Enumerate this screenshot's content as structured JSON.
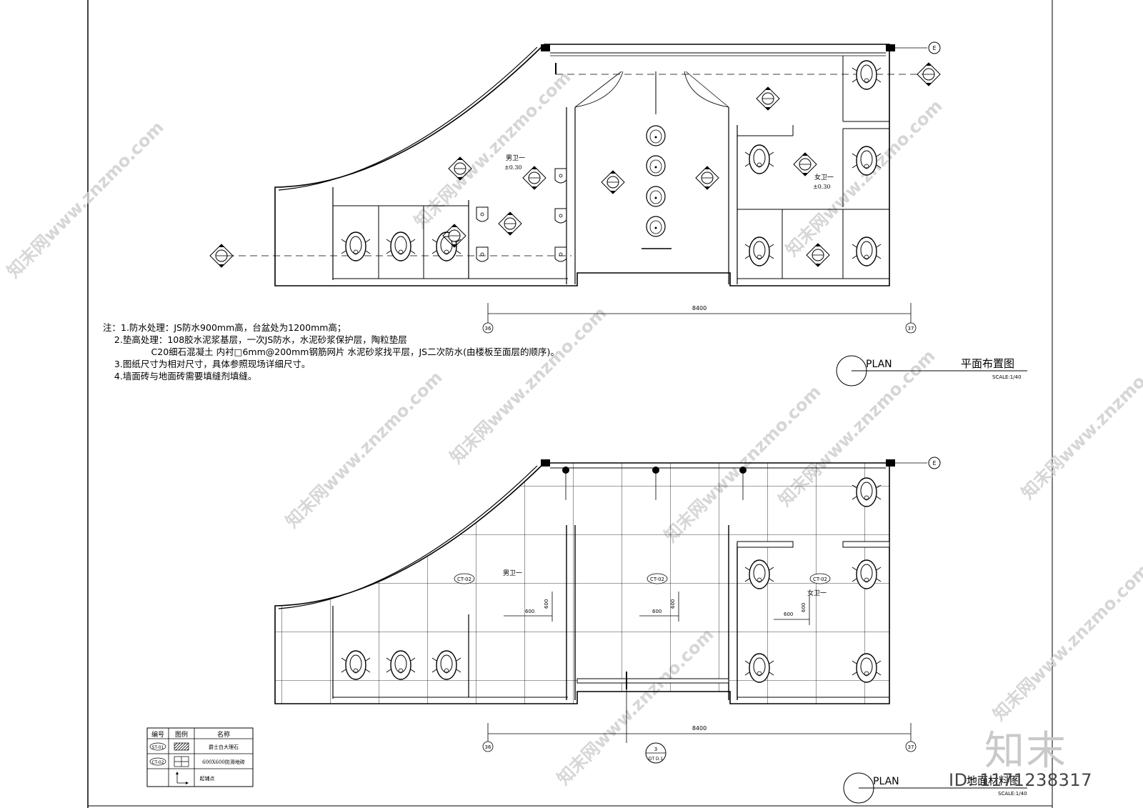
{
  "plan1": {
    "title_en": "PLAN",
    "title_cn": "平面布置图",
    "scale": "SCALE:1/40",
    "dimension": "8400",
    "axis_left": "36",
    "axis_right": "37",
    "grid_e": "E",
    "room_male": "男卫一",
    "room_male_level": "±0.30",
    "room_female": "女卫一",
    "room_female_level": "±0.30"
  },
  "notes": [
    "注：1.防水处理：JS防水900mm高，台盆处为1200mm高；",
    "    2.垫高处理：108胶水泥浆基层，一次JS防水，水泥砂浆保护层，陶粒垫层",
    "                 C20细石混凝土 内衬□6mm@200mm钢筋网片 水泥砂浆找平层，JS二次防水(由楼板至面层的顺序)。",
    "    3.图纸尺寸为相对尺寸，具体参照现场详细尺寸。",
    "    4.墙面砖与地面砖需要填缝剂填缝。"
  ],
  "plan2": {
    "title_en": "PLAN",
    "title_cn": "地面材料图",
    "scale": "SCALE:1/40",
    "dimension": "8400",
    "axis_left": "36",
    "axis_right": "37",
    "grid_e": "E",
    "tag": "CT-02",
    "tile_dim": "600",
    "room_male": "男卫一",
    "room_female": "女卫一",
    "section_top": "3",
    "section_bottom": "DT D.1"
  },
  "legend": {
    "headers": [
      "编号",
      "图例",
      "名称"
    ],
    "rows": [
      {
        "code": "ST-01",
        "name": "爵士白大理石"
      },
      {
        "code": "CT-02",
        "name": "600X600防滑地砖"
      },
      {
        "code": "",
        "name": "起铺点"
      }
    ]
  },
  "watermark": "知末网www.znzmo.com",
  "brand": "知末",
  "image_id": "ID: 1171238317"
}
